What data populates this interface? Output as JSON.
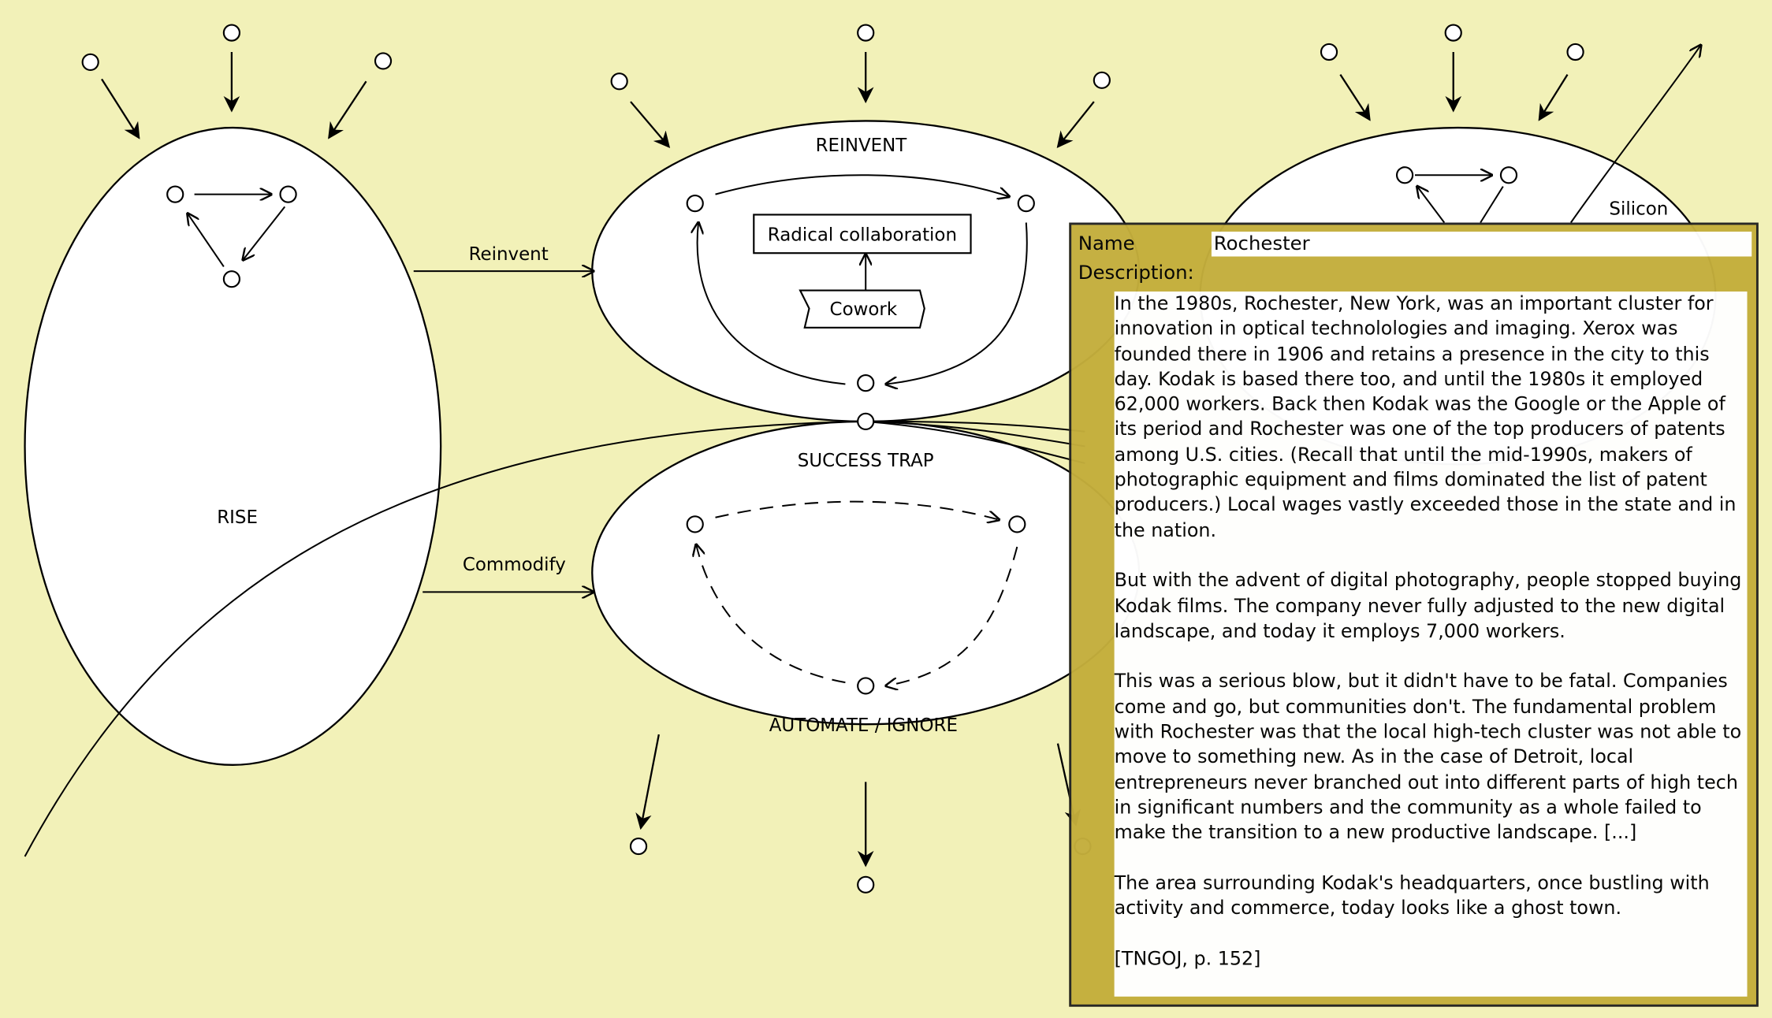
{
  "diagram": {
    "rise_label": "RISE",
    "reinvent_label": "REINVENT",
    "success_trap_label": "SUCCESS TRAP",
    "automate_label": "AUTOMATE / IGNORE",
    "silicon_label": "Silicon",
    "edge_reinvent": "Reinvent",
    "edge_commodify": "Commodify",
    "box_radical": "Radical collaboration",
    "box_cowork": "Cowork"
  },
  "panel": {
    "name_label": "Name",
    "name_value": "Rochester",
    "description_label": "Description:",
    "description": "In the 1980s, Rochester, New York, was an important cluster for innovation in optical technolologies and imaging. Xerox was founded there in 1906 and retains a presence in the city to this day. Kodak is based there too, and until the 1980s it employed 62,000 workers. Back then Kodak was the Google or the Apple of its period and Rochester was one of the top producers of patents among U.S. cities. (Recall that until the mid-1990s, makers of photographic equipment and films dominated the list of patent producers.) Local wages vastly exceeded those in the state and in the nation.\n\nBut with the advent of digital photography, people stopped buying Kodak films. The company never fully adjusted to the new digital landscape, and today it employs 7,000 workers.\n\nThis was a serious blow, but it didn't have to be fatal. Companies come and go, but communities don't. The fundamental problem with Rochester was that the local high-tech cluster was not able to move to something new. As in the case of Detroit, local entrepreneurs never branched out into different parts of high tech in significant numbers and the community as a whole failed to make the transition to a new productive landscape. [...]\n\nThe area surrounding Kodak's headquarters, once bustling with activity and commerce, today looks like a ghost town.\n\n[TNGOJ, p. 152]"
  }
}
